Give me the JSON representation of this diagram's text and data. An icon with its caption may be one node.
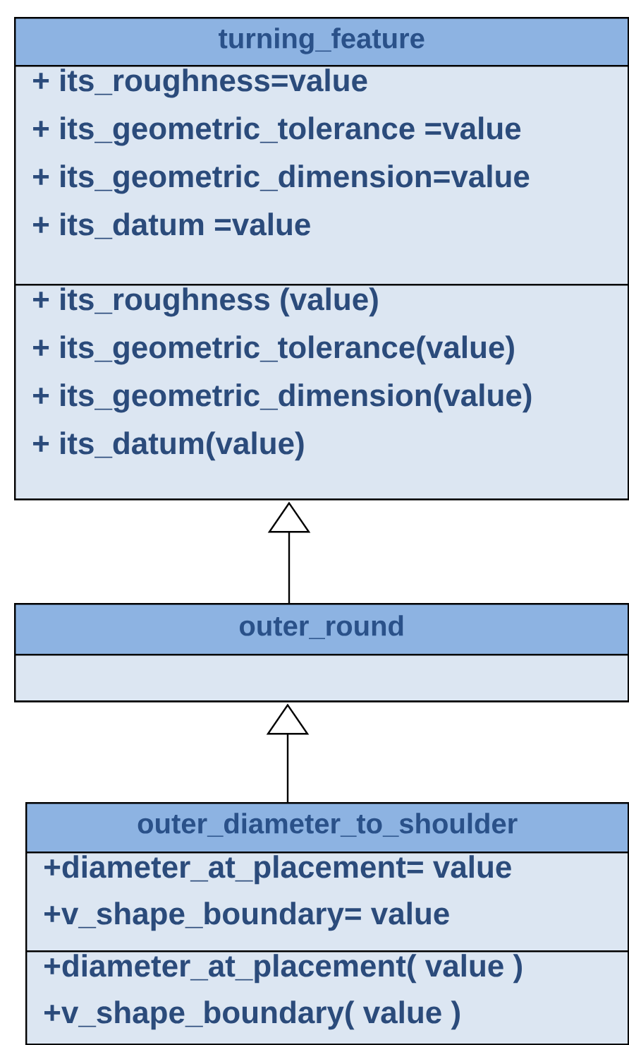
{
  "diagram": {
    "nodes": [
      {
        "text": [
          "turning_feature"
        ]
      },
      {
        "text": [
          "+ its_roughness=value",
          "+ its_geometric_tolerance =value",
          "+ its_geometric_dimension=value",
          "+ its_datum =value"
        ],
        "in": 0
      },
      {
        "text": [
          "+ its_roughness (value)",
          "+ its_geometric_tolerance(value)",
          "+ its_geometric_dimension(value)",
          "+ its_datum(value)"
        ],
        "in": 0
      },
      {
        "text": [
          "outer_round"
        ]
      },
      {
        "text": [],
        "shape": "box",
        "in": 3
      },
      {
        "text": [
          "outer_diameter_to_shoulder"
        ]
      },
      {
        "text": [
          "+diameter_at_placement= value",
          "+v_shape_boundary= value"
        ],
        "in": 5
      },
      {
        "text": [
          "+diameter_at_placement( value )",
          "+v_shape_boundary( value )"
        ],
        "in": 5
      }
    ],
    "edges": [
      {
        "from": 3,
        "to": 0,
        "arrow": "to"
      },
      {
        "from": 5,
        "to": 3,
        "arrow": "to"
      }
    ]
  }
}
